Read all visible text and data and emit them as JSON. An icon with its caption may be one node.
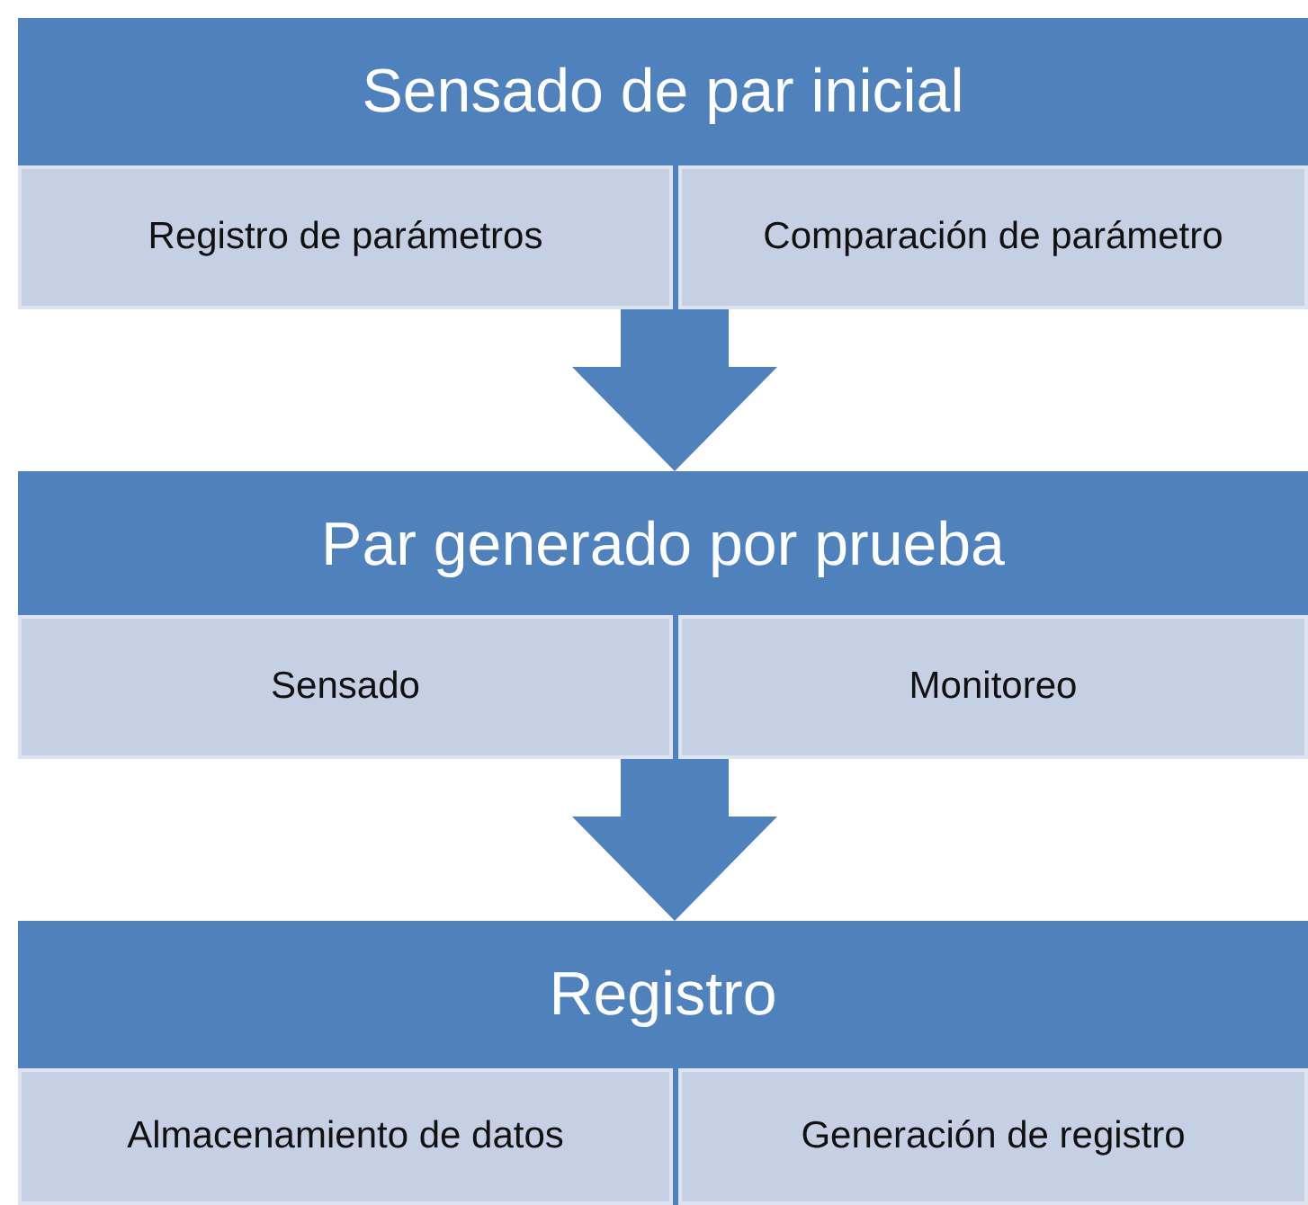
{
  "diagram": {
    "nodes": [
      {
        "text": [
          "Sensado de par inicial"
        ]
      },
      {
        "text": [
          "Registro de parámetros"
        ],
        "in": 0
      },
      {
        "text": [
          "Comparación de parámetro"
        ],
        "in": 0
      },
      {
        "text": [
          "Par generado por prueba"
        ]
      },
      {
        "text": [
          "Sensado"
        ],
        "in": 3
      },
      {
        "text": [
          "Monitoreo"
        ],
        "in": 3
      },
      {
        "text": [
          "Registro"
        ]
      },
      {
        "text": [
          "Almacenamiento de datos"
        ],
        "in": 6
      },
      {
        "text": [
          "Generación de registro"
        ],
        "in": 6
      }
    ],
    "edges": [
      {
        "from": 0,
        "to": 3,
        "arrow": "to"
      },
      {
        "from": 3,
        "to": 6,
        "arrow": "to"
      }
    ]
  }
}
